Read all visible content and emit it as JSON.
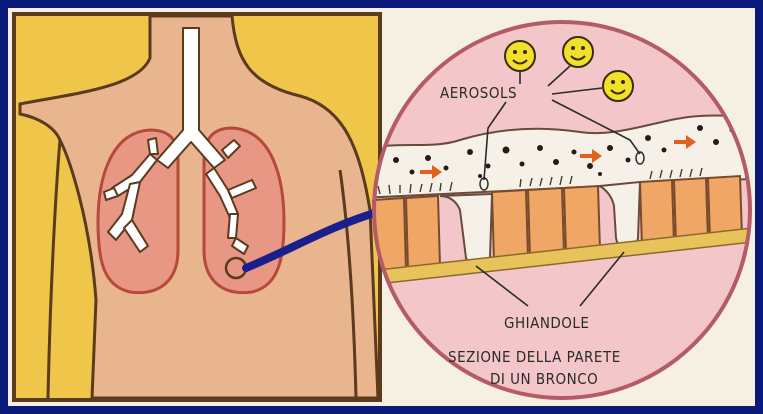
{
  "labels": {
    "aerosols": "AEROSOLS",
    "glands": "GHIANDOLE",
    "caption_line1": "SEZIONE DELLA PARETE",
    "caption_line2": "DI UN BRONCO"
  },
  "colors": {
    "frame": "#0a1a7a",
    "panel_bg": "#f3ecd8",
    "body_skin": "#e8b58f",
    "body_yellow": "#f0c64a",
    "lung_fill": "#e79783",
    "lung_edge": "#b6483c",
    "airway": "#ffffff",
    "circle_pink": "#f3c7c9",
    "circle_edge": "#b55b67",
    "mucus": "#f6f1e8",
    "cell": "#f0a665",
    "membrane": "#e8c25a",
    "aerosol_yellow": "#f2e12a",
    "arrow": "#e06020",
    "connector": "#1b1f8c"
  },
  "icons": [
    "smiley-aerosol-icon",
    "arrow-right-icon"
  ]
}
